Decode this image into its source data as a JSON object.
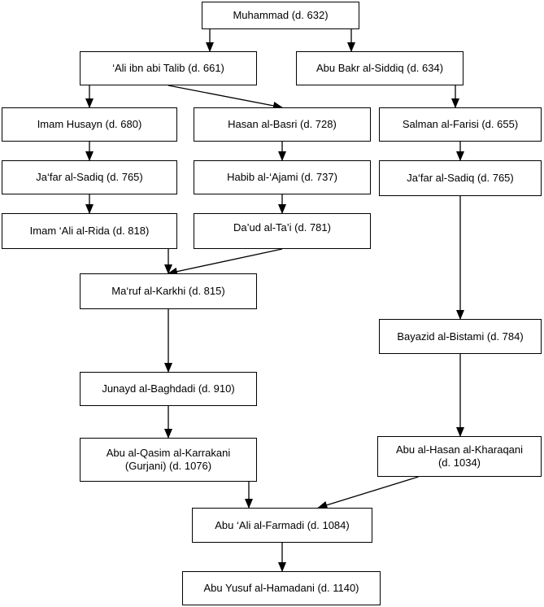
{
  "nodes": {
    "muhammad": "Muhammad (d. 632)",
    "ali": "‘Ali ibn abi Talib (d. 661)",
    "abubakr": "Abu Bakr al-Siddiq (d. 634)",
    "husayn": "Imam Husayn (d. 680)",
    "hasan_basri": "Hasan al-Basri (d. 728)",
    "salman": "Salman al-Farisi (d. 655)",
    "jafar_left": "Ja‘far al-Sadiq (d. 765)",
    "habib": "Habib al-‘Ajami (d. 737)",
    "jafar_right": "Ja‘far al-Sadiq (d. 765)",
    "ali_rida": "Imam ‘Ali al-Rida (d. 818)",
    "daud": "Da’ud al-Ta’i (d. 781)",
    "maruf": "Ma‘ruf al-Karkhi (d. 815)",
    "bayazid": "Bayazid al-Bistami (d. 784)",
    "junayd": "Junayd al-Baghdadi (d. 910)",
    "karrakani": "Abu al-Qasim al-Karrakani\n(Gurjani) (d. 1076)",
    "kharaqani": "Abu al-Hasan al-Kharaqani\n(d. 1034)",
    "farmadi": "Abu ‘Ali al-Farmadi (d. 1084)",
    "hamadani": "Abu Yusuf al-Hamadani (d. 1140)"
  },
  "edges": [
    [
      "muhammad",
      "ali"
    ],
    [
      "muhammad",
      "abubakr"
    ],
    [
      "ali",
      "husayn"
    ],
    [
      "ali",
      "hasan_basri"
    ],
    [
      "abubakr",
      "salman"
    ],
    [
      "husayn",
      "jafar_left"
    ],
    [
      "hasan_basri",
      "habib"
    ],
    [
      "salman",
      "jafar_right"
    ],
    [
      "jafar_left",
      "ali_rida"
    ],
    [
      "habib",
      "daud"
    ],
    [
      "ali_rida",
      "maruf"
    ],
    [
      "daud",
      "maruf"
    ],
    [
      "jafar_right",
      "bayazid"
    ],
    [
      "maruf",
      "junayd"
    ],
    [
      "bayazid",
      "kharaqani"
    ],
    [
      "junayd",
      "karrakani"
    ],
    [
      "karrakani",
      "farmadi"
    ],
    [
      "kharaqani",
      "farmadi"
    ],
    [
      "farmadi",
      "hamadani"
    ]
  ]
}
